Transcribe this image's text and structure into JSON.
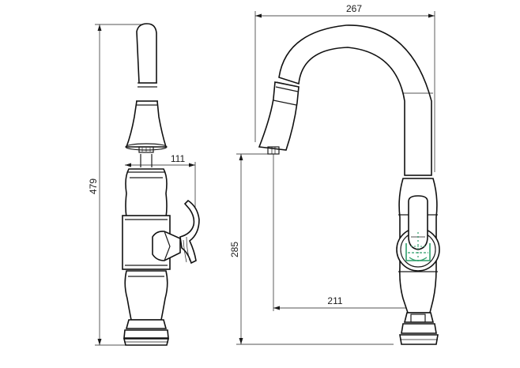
{
  "dimensions": {
    "total_height": "479",
    "handle_reach": "111",
    "total_width": "267",
    "outlet_height": "285",
    "spout_reach": "211"
  },
  "colors": {
    "line": "#1a1a1a",
    "indicator": "#2e9e6a",
    "background": "#ffffff"
  }
}
